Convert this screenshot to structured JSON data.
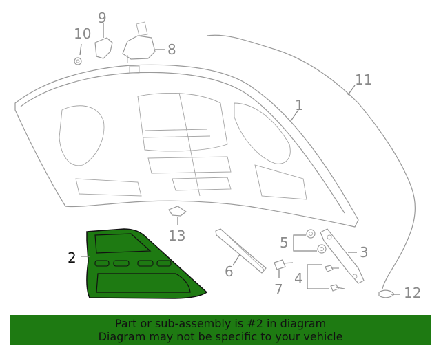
{
  "diagram": {
    "callouts": {
      "c1": "1",
      "c2": "2",
      "c3": "3",
      "c4": "4",
      "c5": "5",
      "c6": "6",
      "c7": "7",
      "c8": "8",
      "c9": "9",
      "c10": "10",
      "c11": "11",
      "c12": "12",
      "c13": "13"
    },
    "highlight_color": "#1e7a12",
    "line_color": "#9a9a9a"
  },
  "banner": {
    "line1": "Part or sub-assembly is #2 in diagram",
    "line2": "Diagram may not be specific to your vehicle",
    "color": "#1e7a12"
  }
}
